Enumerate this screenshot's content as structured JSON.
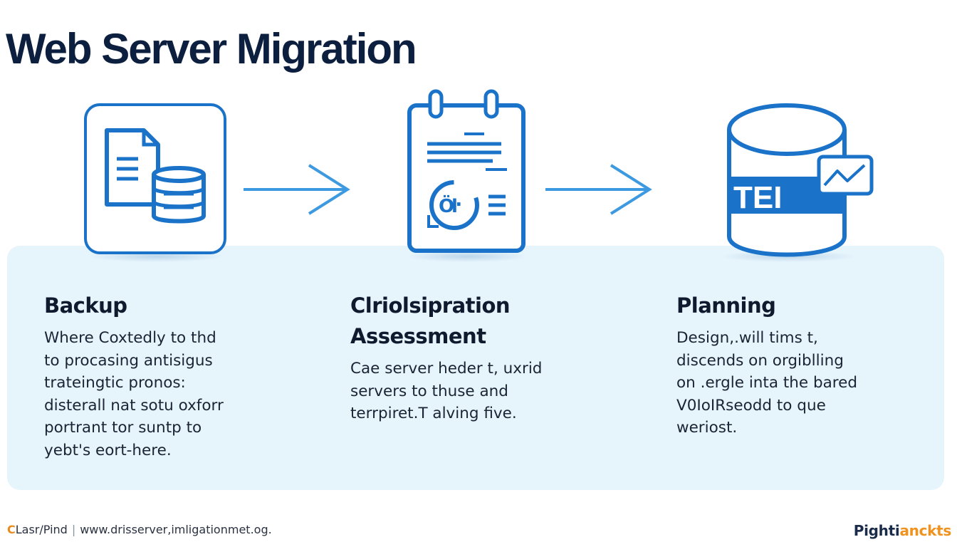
{
  "title": "Web Server Migration",
  "steps": [
    {
      "title_lines": [
        "Backup"
      ],
      "desc_lines": [
        "Where Coxtedly to thd",
        "to procasing antisigus",
        "trateingtic pronos:",
        "disterall nat sotu oxforr",
        "portrant tor suntp to",
        "yebt's eort-here."
      ],
      "icon": "document-database-icon"
    },
    {
      "title_lines": [
        "Clriolsipration",
        "Assessment"
      ],
      "desc_lines": [
        "Cae server heder t, uxrid",
        "servers to thuse and",
        "terrpiret.T alving five."
      ],
      "icon": "notepad-checklist-icon"
    },
    {
      "title_lines": [
        "Planning"
      ],
      "desc_lines": [
        "Design,.will tims t,",
        "discends on orgiblling",
        "on .ergle inta the bared",
        "V0IoIRseodd to que",
        "weriost."
      ],
      "icon": "database-chart-icon"
    }
  ],
  "database_label": "TEI",
  "footer": {
    "brand_glyph": "C",
    "brand_text": "Lasr/Pind",
    "separator": "|",
    "url": "www.drisserver,imligationmet.og.",
    "logo_part1": "Pighti",
    "logo_part2": "anckts"
  },
  "colors": {
    "primary_blue": "#1a73c8",
    "light_blue": "#3d9ae0",
    "panel_bg": "#e6f4fc",
    "title": "#0d1f3f",
    "accent_orange": "#f0921e"
  }
}
